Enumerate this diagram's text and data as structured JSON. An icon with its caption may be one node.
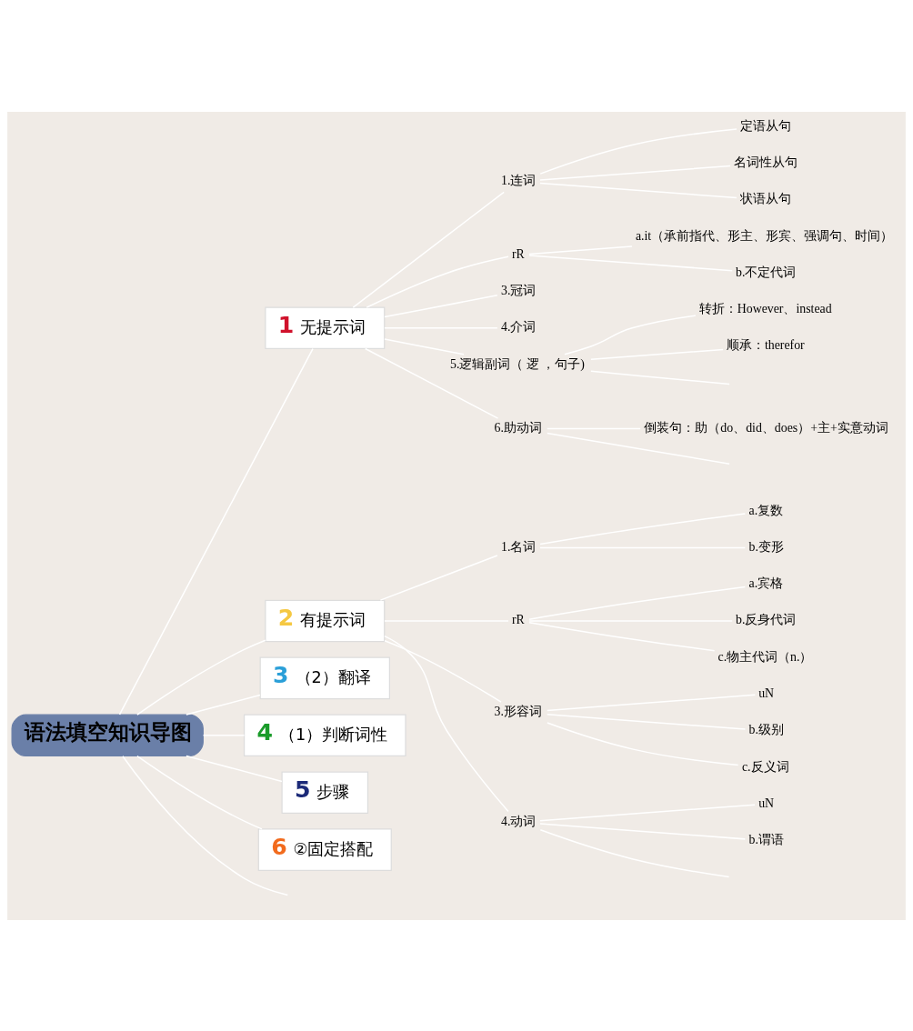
{
  "diagram": {
    "nodes": [
      {
        "text": [
          "语法填空知识导图"
        ]
      },
      {
        "text": [
          "1",
          "无提示词"
        ]
      },
      {
        "text": [
          "1.连词"
        ]
      },
      {
        "text": [
          "定语从句"
        ]
      },
      {
        "text": [
          "名词性从句"
        ]
      },
      {
        "text": [
          "状语从句"
        ]
      },
      {
        "text": [
          "rR"
        ]
      },
      {
        "text": [
          "a.it（承前指代、形主、形宾、强调句、时间）"
        ]
      },
      {
        "text": [
          "b.不定代词"
        ]
      },
      {
        "text": [
          "3.冠词"
        ]
      },
      {
        "text": [
          "4.介词"
        ]
      },
      {
        "text": [
          "5.逻辑副词（ 逻 ，句子)"
        ]
      },
      {
        "text": [
          "转折：However、instead"
        ]
      },
      {
        "text": [
          "顺承：therefor"
        ]
      },
      {
        "text": [
          "6.助动词"
        ]
      },
      {
        "text": [
          "倒装句：助（do、did、does）+主+实意动词"
        ]
      },
      {
        "text": [
          "2",
          "有提示词"
        ]
      },
      {
        "text": [
          "1.名词"
        ]
      },
      {
        "text": [
          "a.复数"
        ]
      },
      {
        "text": [
          "b.变形"
        ]
      },
      {
        "text": [
          "rR"
        ]
      },
      {
        "text": [
          "a.宾格"
        ]
      },
      {
        "text": [
          "b.反身代词"
        ]
      },
      {
        "text": [
          "c.物主代词（n.）"
        ]
      },
      {
        "text": [
          "3.形容词"
        ]
      },
      {
        "text": [
          "uN"
        ]
      },
      {
        "text": [
          "b.级别"
        ]
      },
      {
        "text": [
          "c.反义词"
        ]
      },
      {
        "text": [
          "4.动词"
        ]
      },
      {
        "text": [
          "uN"
        ]
      },
      {
        "text": [
          "b.谓语"
        ]
      },
      {
        "text": [
          "3",
          "（2）翻译"
        ]
      },
      {
        "text": [
          "4",
          "（1）判断词性"
        ]
      },
      {
        "text": [
          "5",
          "步骤"
        ]
      },
      {
        "text": [
          "6",
          "②固定搭配"
        ]
      }
    ],
    "edges": [
      {
        "from": 0,
        "to": 1,
        "arrow": "none"
      },
      {
        "from": 0,
        "to": 16,
        "arrow": "none"
      },
      {
        "from": 0,
        "to": 31,
        "arrow": "none"
      },
      {
        "from": 0,
        "to": 32,
        "arrow": "none"
      },
      {
        "from": 0,
        "to": 33,
        "arrow": "none"
      },
      {
        "from": 0,
        "to": 34,
        "arrow": "none"
      },
      {
        "from": 0,
        "to": null,
        "arrow": "none"
      },
      {
        "from": 1,
        "to": 2,
        "arrow": "none"
      },
      {
        "from": 2,
        "to": 3,
        "arrow": "none"
      },
      {
        "from": 2,
        "to": 4,
        "arrow": "none"
      },
      {
        "from": 2,
        "to": 5,
        "arrow": "none"
      },
      {
        "from": 1,
        "to": 6,
        "arrow": "none"
      },
      {
        "from": 6,
        "to": 7,
        "arrow": "none"
      },
      {
        "from": 6,
        "to": 8,
        "arrow": "none"
      },
      {
        "from": 1,
        "to": 9,
        "arrow": "none"
      },
      {
        "from": 1,
        "to": 10,
        "arrow": "none"
      },
      {
        "from": 1,
        "to": 11,
        "arrow": "none"
      },
      {
        "from": 11,
        "to": 12,
        "arrow": "none"
      },
      {
        "from": 11,
        "to": 13,
        "arrow": "none"
      },
      {
        "from": 11,
        "to": null,
        "arrow": "none"
      },
      {
        "from": 1,
        "to": 14,
        "arrow": "none"
      },
      {
        "from": 14,
        "to": 15,
        "arrow": "none"
      },
      {
        "from": 14,
        "to": null,
        "arrow": "none"
      },
      {
        "from": 16,
        "to": 17,
        "arrow": "none"
      },
      {
        "from": 17,
        "to": 18,
        "arrow": "none"
      },
      {
        "from": 17,
        "to": 19,
        "arrow": "none"
      },
      {
        "from": 16,
        "to": 20,
        "arrow": "none"
      },
      {
        "from": 20,
        "to": 21,
        "arrow": "none"
      },
      {
        "from": 20,
        "to": 22,
        "arrow": "none"
      },
      {
        "from": 20,
        "to": 23,
        "arrow": "none"
      },
      {
        "from": 16,
        "to": 24,
        "arrow": "none"
      },
      {
        "from": 24,
        "to": 25,
        "arrow": "none"
      },
      {
        "from": 24,
        "to": 26,
        "arrow": "none"
      },
      {
        "from": 24,
        "to": 27,
        "arrow": "none"
      },
      {
        "from": 16,
        "to": 28,
        "arrow": "none"
      },
      {
        "from": 28,
        "to": 29,
        "arrow": "none"
      },
      {
        "from": 28,
        "to": 30,
        "arrow": "none"
      },
      {
        "from": 28,
        "to": null,
        "arrow": "none"
      }
    ]
  }
}
